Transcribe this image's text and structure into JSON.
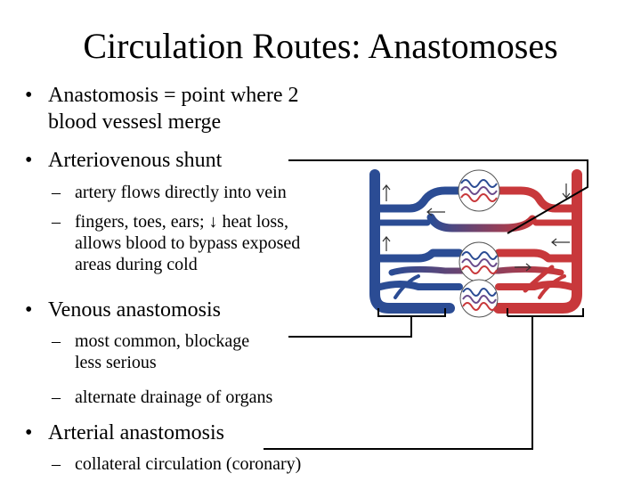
{
  "slide": {
    "title": "Circulation Routes: Anastomoses",
    "bullet_marker": "•",
    "dash_marker": "–",
    "bullets": [
      {
        "lines": [
          "Anastomosis = point where 2",
          "blood vessesl merge"
        ]
      },
      {
        "lines": [
          "Arteriovenous shunt"
        ]
      },
      {
        "lines": [
          "Venous anastomosis"
        ]
      },
      {
        "lines": [
          "Arterial anastomosis"
        ]
      }
    ],
    "subs": [
      {
        "lines": [
          "artery flows directly into vein"
        ]
      },
      {
        "lines": [
          "fingers, toes, ears; ↓ heat loss,",
          "allows blood to bypass exposed",
          "areas during cold"
        ]
      },
      {
        "lines": [
          "most common, blockage",
          "less serious"
        ]
      },
      {
        "lines": [
          "alternate drainage of organs"
        ]
      },
      {
        "lines": [
          "collateral circulation (coronary)"
        ]
      }
    ]
  },
  "colors": {
    "vein_blue": "#2b4c94",
    "artery_red": "#c8383b",
    "connector": "#000000"
  }
}
